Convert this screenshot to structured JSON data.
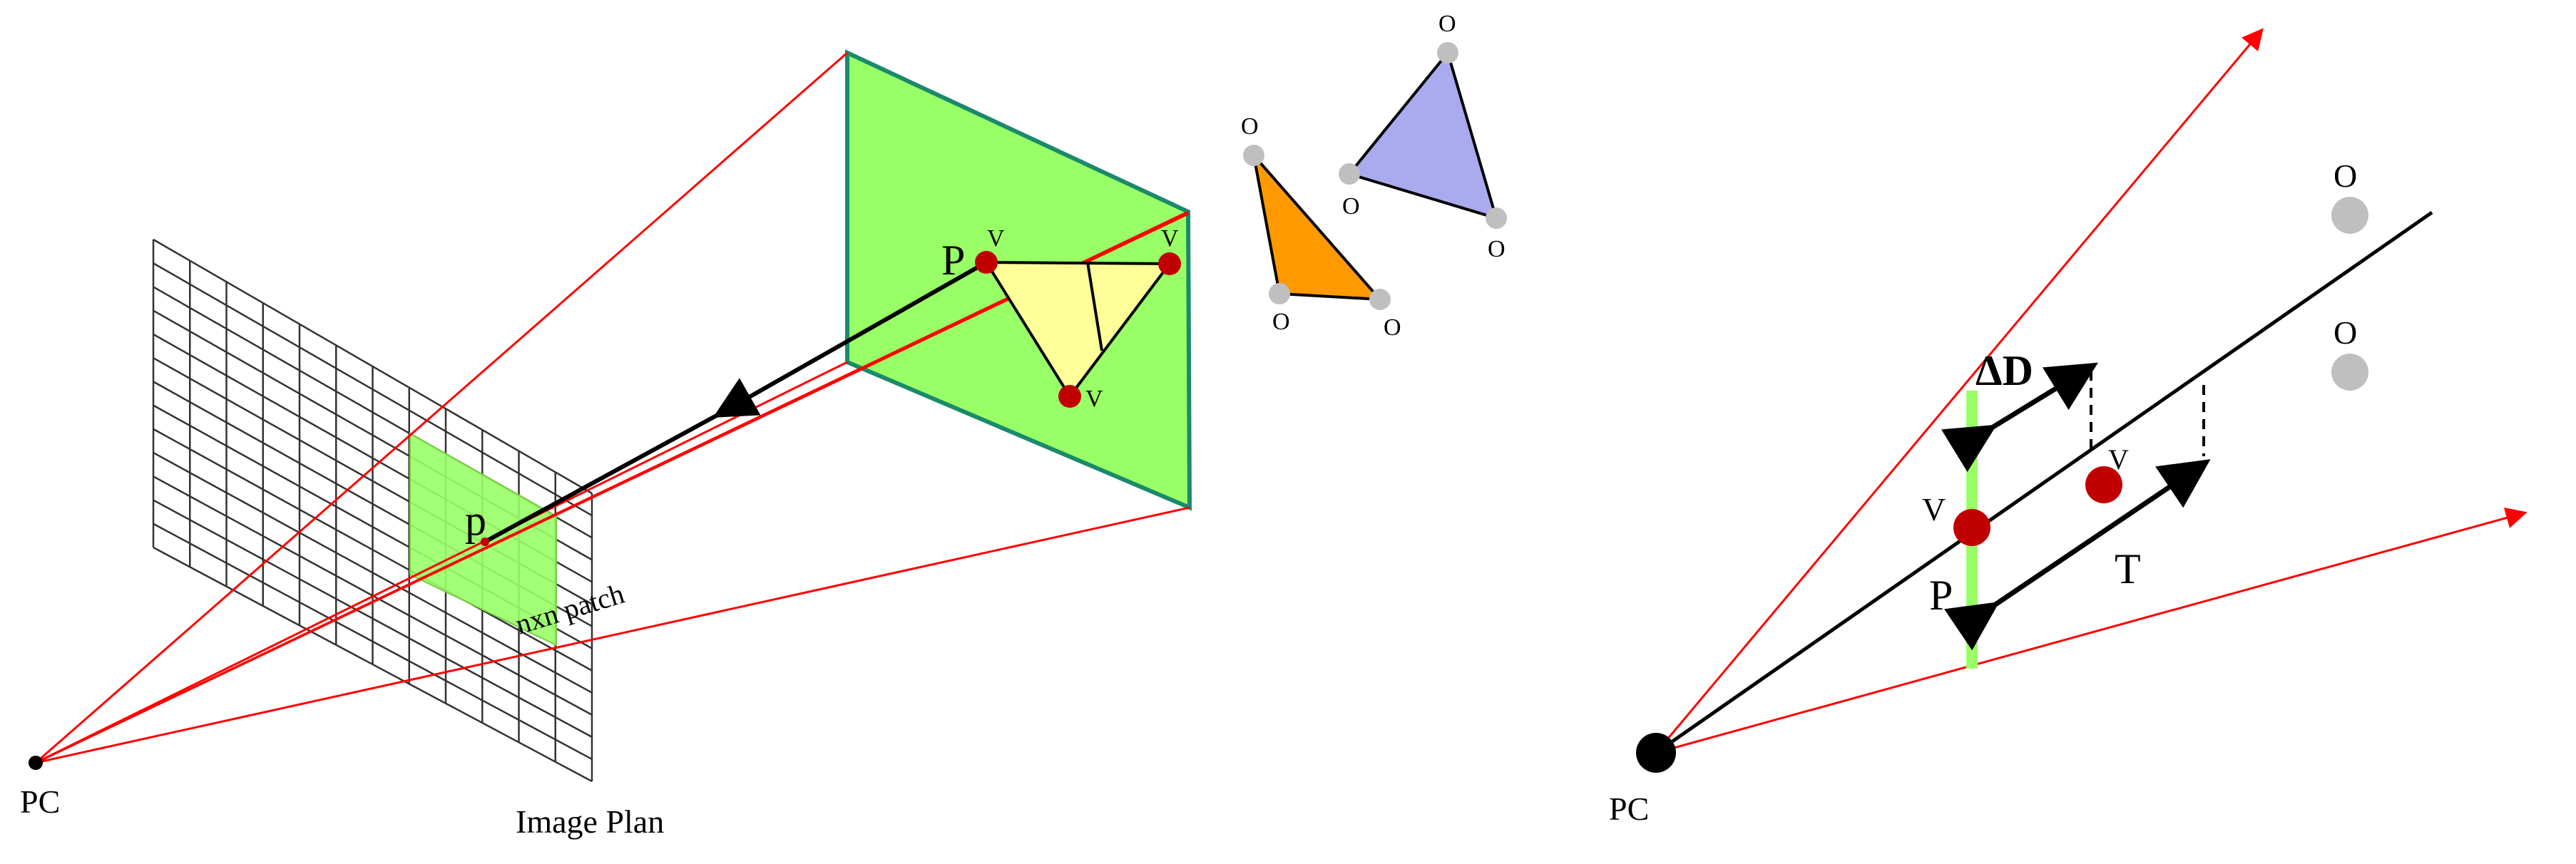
{
  "left_diagram": {
    "camera_label": "PC",
    "image_plane_label": "Image Plan",
    "patch_label": "nxn patch",
    "pixel_label": "p",
    "point_label": "P",
    "vertex_label": "V",
    "other_label": "O"
  },
  "right_diagram": {
    "camera_label": "PC",
    "point_label": "P",
    "vertex_label": "V",
    "other_label": "O",
    "delta_label": "ΔD",
    "threshold_label": "T"
  },
  "colors": {
    "ray": "#ff0000",
    "plane_fill": "#99ff66",
    "plane_border": "#1a8a6a",
    "vertex": "#c00000",
    "other": "#bfbfbf",
    "tri_yellow": "#ffff99",
    "tri_orange": "#ff9900",
    "tri_purple": "#aaaaee",
    "grid": "#333333"
  }
}
